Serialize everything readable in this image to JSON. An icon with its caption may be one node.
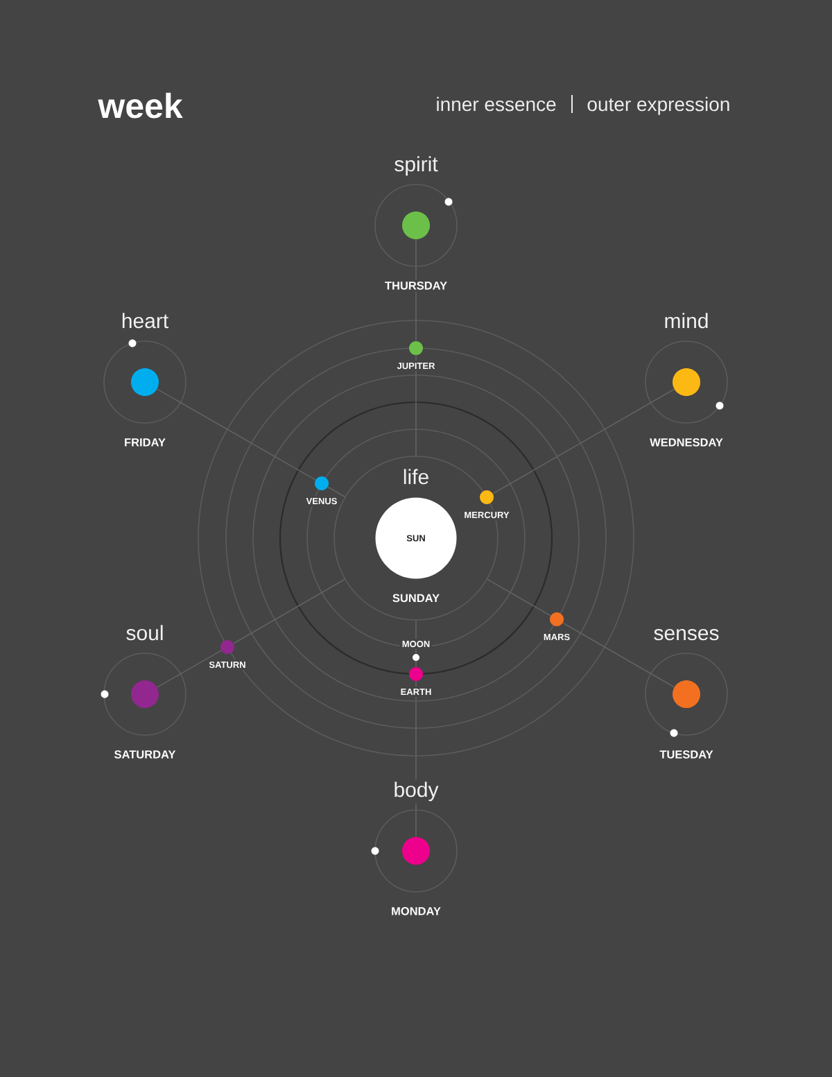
{
  "diagram": {
    "title": "week",
    "nodes": [
      {
        "text": [
          "spirit",
          "THURSDAY"
        ]
      },
      {
        "text": [
          "heart",
          "FRIDAY"
        ]
      },
      {
        "text": [
          "mind",
          "WEDNESDAY"
        ]
      },
      {
        "text": [
          "JUPITER"
        ]
      },
      {
        "text": [],
        "shape": "circle"
      },
      {
        "text": [
          "life",
          "SUN",
          "SUNDAY"
        ],
        "in": 4
      },
      {
        "text": [
          "VENUS"
        ]
      },
      {
        "text": [
          "MERCURY"
        ]
      },
      {
        "text": [
          "MARS"
        ]
      },
      {
        "text": [
          "SATURN"
        ]
      },
      {
        "text": [
          "MOON"
        ]
      },
      {
        "text": [
          "EARTH"
        ]
      },
      {
        "text": [
          "soul",
          "SATURDAY"
        ]
      },
      {
        "text": [
          "senses",
          "TUESDAY"
        ]
      },
      {
        "text": [
          "body",
          "MONDAY"
        ]
      }
    ],
    "edges": [
      {
        "from": 0,
        "to": 3,
        "arrow": "none"
      },
      {
        "from": 3,
        "to": 4,
        "arrow": "none"
      },
      {
        "from": 1,
        "to": 6,
        "arrow": "none"
      },
      {
        "from": 6,
        "to": 4,
        "arrow": "none"
      },
      {
        "from": 2,
        "to": 7,
        "arrow": "none"
      },
      {
        "from": 13,
        "to": 8,
        "arrow": "none"
      },
      {
        "from": 8,
        "to": 4,
        "arrow": "none"
      },
      {
        "from": 12,
        "to": 9,
        "arrow": "none"
      },
      {
        "from": 9,
        "to": 4,
        "arrow": "none"
      },
      {
        "from": 14,
        "to": 11,
        "arrow": "none"
      },
      {
        "from": 11,
        "to": 10,
        "arrow": "none"
      },
      {
        "from": 10,
        "to": 4,
        "arrow": "none"
      }
    ],
    "labels": [
      "inner essence",
      "outer expression"
    ]
  }
}
